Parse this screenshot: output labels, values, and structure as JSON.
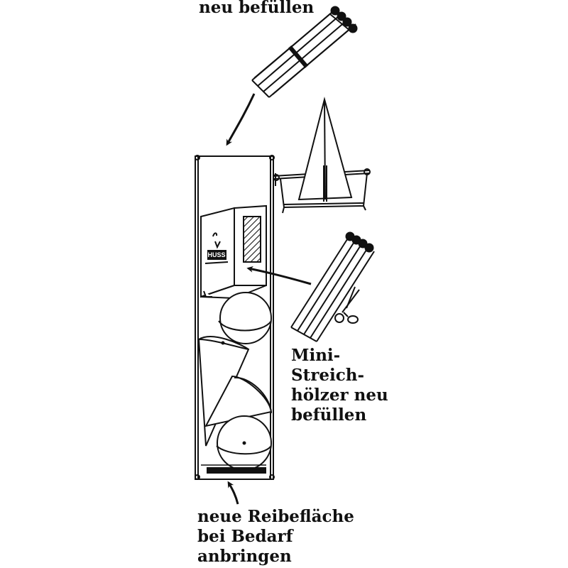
{
  "labels": {
    "top_refill": "neu befüllen",
    "mini_matches": [
      "Mini-",
      "Streich-",
      "hölzer neu",
      "befüllen"
    ],
    "striking_surface": [
      "neue Reibefläche",
      "bei Bedarf",
      "anbringen"
    ]
  },
  "box_brand": {
    "name": "HUSS"
  }
}
